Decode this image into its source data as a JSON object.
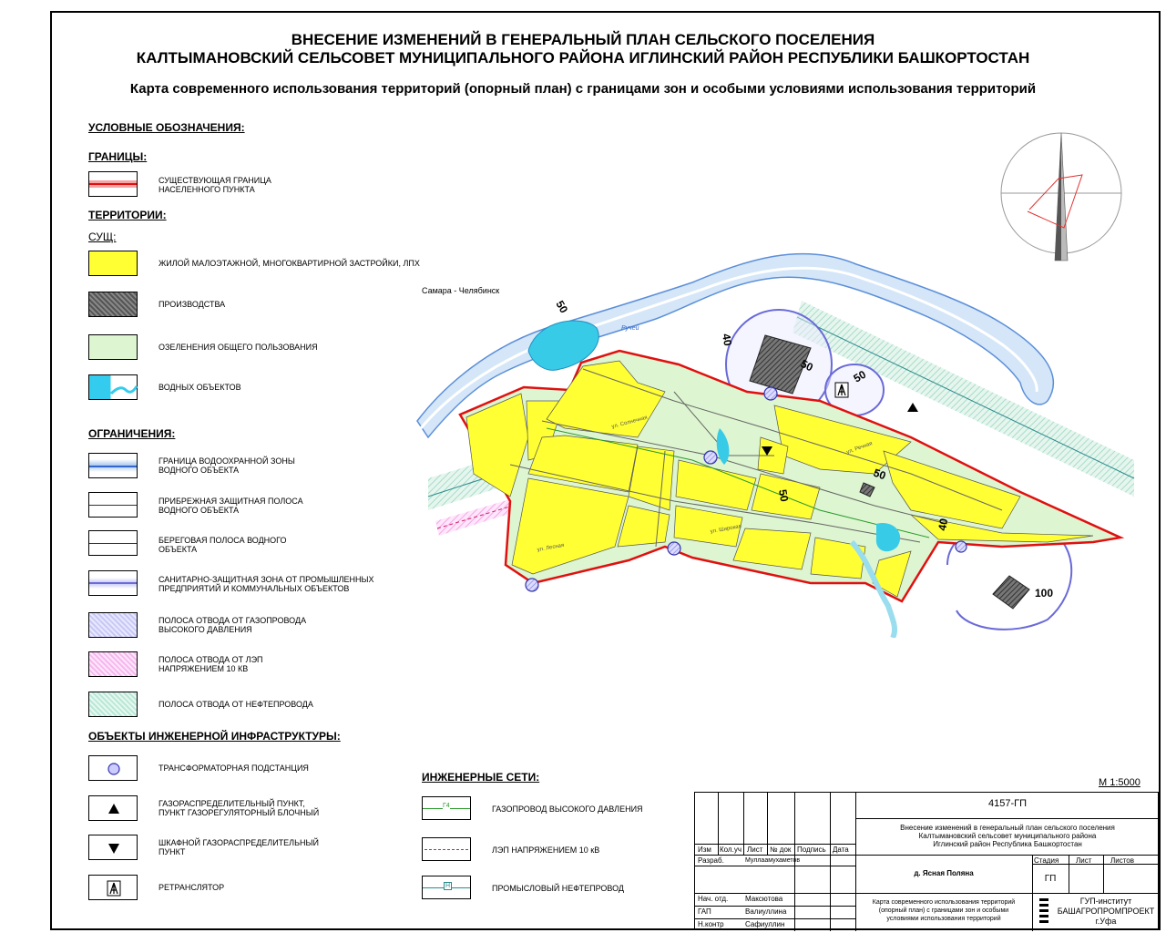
{
  "title": {
    "line1": "ВНЕСЕНИЕ ИЗМЕНЕНИЙ В ГЕНЕРАЛЬНЫЙ ПЛАН СЕЛЬСКОГО ПОСЕЛЕНИЯ",
    "line2": "КАЛТЫМАНОВСКИЙ СЕЛЬСОВЕТ МУНИЦИПАЛЬНОГО РАЙОНА ИГЛИНСКИЙ РАЙОН РЕСПУБЛИКИ БАШКОРТОСТАН",
    "subtitle": "Карта современного использования территорий (опорный план) с границами зон и особыми условиями использования территорий"
  },
  "legend": {
    "heading": "УСЛОВНЫЕ ОБОЗНАЧЕНИЯ:",
    "borders_heading": "ГРАНИЦЫ:",
    "border_item": "СУЩЕСТВУЮЩАЯ ГРАНИЦА\nНАСЕЛЕННОГО ПУНКТА",
    "territories_heading": "ТЕРРИТОРИИ:",
    "existing_heading": "СУЩ:",
    "territories": [
      {
        "label": "ЖИЛОЙ МАЛОЭТАЖНОЙ, МНОГОКВАРТИРНОЙ ЗАСТРОЙКИ, ЛПХ",
        "color": "#ffff33"
      },
      {
        "label": "ПРОИЗВОДСТВА",
        "color": "#555555"
      },
      {
        "label": "ОЗЕЛЕНЕНИЯ ОБЩЕГО ПОЛЬЗОВАНИЯ",
        "color": "#ddf5d0"
      },
      {
        "label": "ВОДНЫХ ОБЪЕКТОВ",
        "color": "#33ccee"
      }
    ],
    "restrictions_heading": "ОГРАНИЧЕНИЯ:",
    "restrictions": [
      {
        "label": "ГРАНИЦА ВОДООХРАННОЙ ЗОНЫ\nВОДНОГО ОБЪЕКТА"
      },
      {
        "label": "ПРИБРЕЖНАЯ ЗАЩИТНАЯ ПОЛОСА\nВОДНОГО ОБЪЕКТА"
      },
      {
        "label": "БЕРЕГОВАЯ ПОЛОСА ВОДНОГО\nОБЪЕКТА"
      },
      {
        "label": "САНИТАРНО-ЗАЩИТНАЯ ЗОНА ОТ ПРОМЫШЛЕННЫХ\nПРЕДПРИЯТИЙ И КОММУНАЛЬНЫХ ОБЪЕКТОВ"
      },
      {
        "label": "ПОЛОСА ОТВОДА ОТ ГАЗОПРОВОДА\nВЫСОКОГО ДАВЛЕНИЯ"
      },
      {
        "label": "ПОЛОСА ОТВОДА ОТ ЛЭП\nНАПРЯЖЕНИЕМ 10 КВ"
      },
      {
        "label": "ПОЛОСА ОТВОДА ОТ НЕФТЕПРОВОДА"
      }
    ],
    "infra_heading": "ОБЪЕКТЫ ИНЖЕНЕРНОЙ ИНФРАСТРУКТУРЫ:",
    "infra": [
      {
        "label": "ТРАНСФОРМАТОРНАЯ ПОДСТАНЦИЯ"
      },
      {
        "label": "ГАЗОРАСПРЕДЕЛИТЕЛЬНЫЙ ПУНКТ,\nПУНКТ ГАЗОРЕГУЛЯТОРНЫЙ БЛОЧНЫЙ"
      },
      {
        "label": "ШКАФНОЙ ГАЗОРАСПРЕДЕЛИТЕЛЬНЫЙ\nПУНКТ"
      },
      {
        "label": "РЕТРАНСЛЯТОР"
      }
    ],
    "networks_heading": "ИНЖЕНЕРНЫЕ СЕТИ:",
    "networks": [
      {
        "label": "ГАЗОПРОВОД ВЫСОКОГО ДАВЛЕНИЯ",
        "code": "Г4"
      },
      {
        "label": "ЛЭП НАПРЯЖЕНИЕМ 10 кВ"
      },
      {
        "label": "ПРОМЫСЛОВЫЙ НЕФТЕПРОВОД",
        "code": "Н"
      }
    ]
  },
  "map": {
    "road_label": "Самара - Челябинск",
    "stream_label": "Ручей",
    "zone_labels": [
      "50",
      "40",
      "50",
      "50",
      "50",
      "50",
      "40",
      "100"
    ],
    "street_labels": [
      "ул. Солнечная",
      "ул. Речная",
      "ул. Широкая",
      "ул. Лесная"
    ]
  },
  "scale": "М 1:5000",
  "stamp": {
    "code": "4157-ГП",
    "project": "Внесение изменений в генеральный план сельского поселения\nКалтымановский сельсовет муниципального района\nИглинский район Республика Башкортостан",
    "columns": [
      "Изм",
      "Кол.уч",
      "Лист",
      "№ док",
      "Подпись",
      "Дата"
    ],
    "place": "д. Ясная Поляна",
    "stage_headers": [
      "Стадия",
      "Лист",
      "Листов"
    ],
    "stage": "ГП",
    "sheet_title": "Карта современного использования территорий\n(опорный план) с границами зон и особыми\nусловиями использования территорий",
    "org": "ГУП-институт\nБАШАГРОПРОМПРОЕКТ\nг.Уфа",
    "roles": [
      {
        "role": "Разраб.",
        "name": "Муллаамухаметов"
      },
      {
        "role": "Нач. отд.",
        "name": "Максютова"
      },
      {
        "role": "ГАП",
        "name": "Валиуллина"
      },
      {
        "role": "Н.контр",
        "name": "Сафиуллин"
      }
    ]
  }
}
